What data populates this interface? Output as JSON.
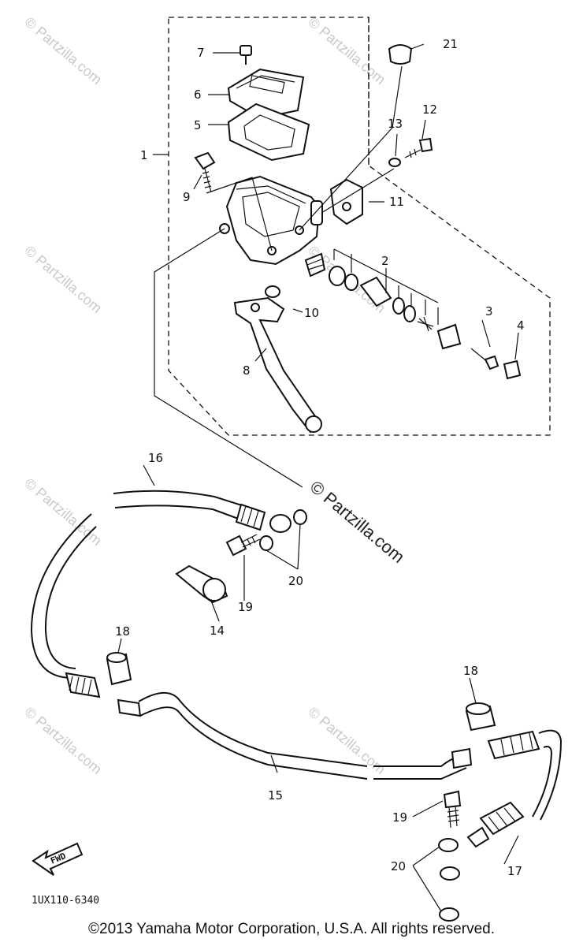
{
  "watermarks": {
    "small": "© Partzilla.com",
    "center": "© Partzilla.com"
  },
  "diagram_code": "1UX110-6340",
  "fwd_label": "FWD",
  "copyright": "©2013  Yamaha Motor Corporation, U.S.A. All rights reserved.",
  "callouts": {
    "c1": "1",
    "c2": "2",
    "c3": "3",
    "c4": "4",
    "c5": "5",
    "c6": "6",
    "c7": "7",
    "c8": "8",
    "c9": "9",
    "c10": "10",
    "c11": "11",
    "c12": "12",
    "c13": "13",
    "c14": "14",
    "c15": "15",
    "c16": "16",
    "c17": "17",
    "c18a": "18",
    "c18b": "18",
    "c19a": "19",
    "c19b": "19",
    "c20a": "20",
    "c20b": "20",
    "c21": "21"
  },
  "colors": {
    "ink": "#111111",
    "watermark": "#c9c9c9",
    "background": "#ffffff"
  }
}
